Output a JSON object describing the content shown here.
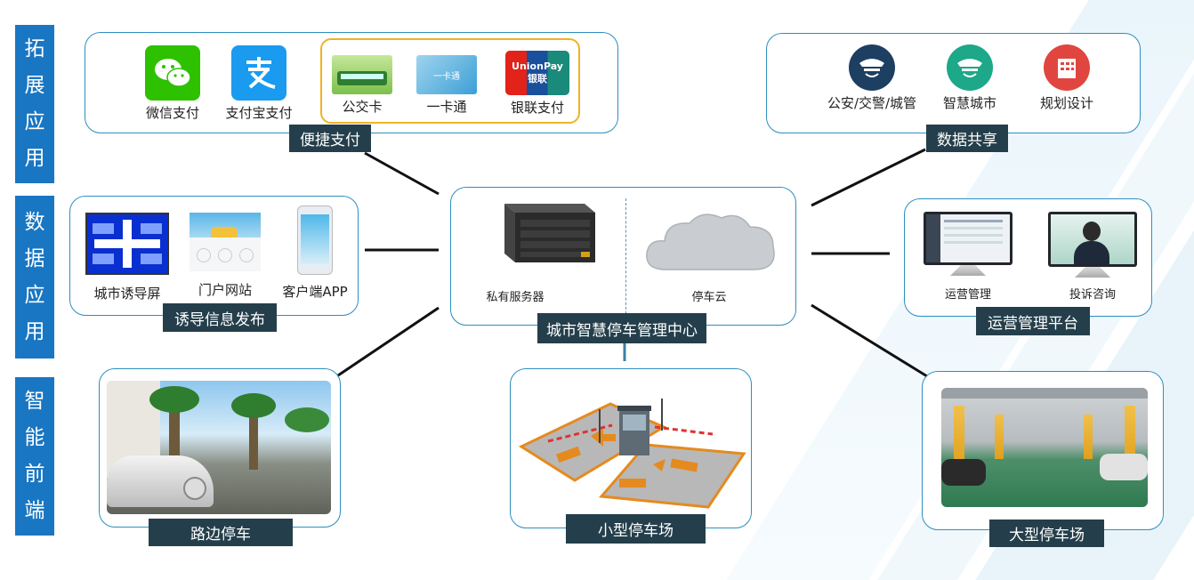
{
  "side_labels": [
    "拓展应用",
    "数据应用",
    "智能前端"
  ],
  "center": {
    "title": "城市智慧停车管理中心",
    "server_label": "私有服务器",
    "cloud_label": "停车云"
  },
  "payment": {
    "tag": "便捷支付",
    "items": [
      "微信支付",
      "支付宝支付",
      "公交卡",
      "一卡通",
      "银联支付"
    ],
    "unionpay_logo_text": "UnionPay 银联",
    "card_text": "一卡通"
  },
  "data_share": {
    "tag": "数据共享",
    "items": [
      "公安/交警/城管",
      "智慧城市",
      "规划设计"
    ]
  },
  "guidance": {
    "tag": "诱导信息发布",
    "items": [
      "城市诱导屏",
      "门户网站",
      "客户端APP"
    ]
  },
  "ops": {
    "tag": "运营管理平台",
    "items": [
      "运营管理",
      "投诉咨询"
    ]
  },
  "roadside": {
    "tag": "路边停车"
  },
  "small_lot": {
    "tag": "小型停车场"
  },
  "large_lot": {
    "tag": "大型停车场"
  },
  "colors": {
    "side_blue": "#1976c2",
    "border": "#2d8fc0",
    "tag_bg": "#243f4b",
    "gold": "#f0b323",
    "wechat": "#2dc100",
    "alipay": "#1a9bef",
    "police": "#1d3f62",
    "teal": "#1ca889",
    "red": "#e0463f"
  }
}
